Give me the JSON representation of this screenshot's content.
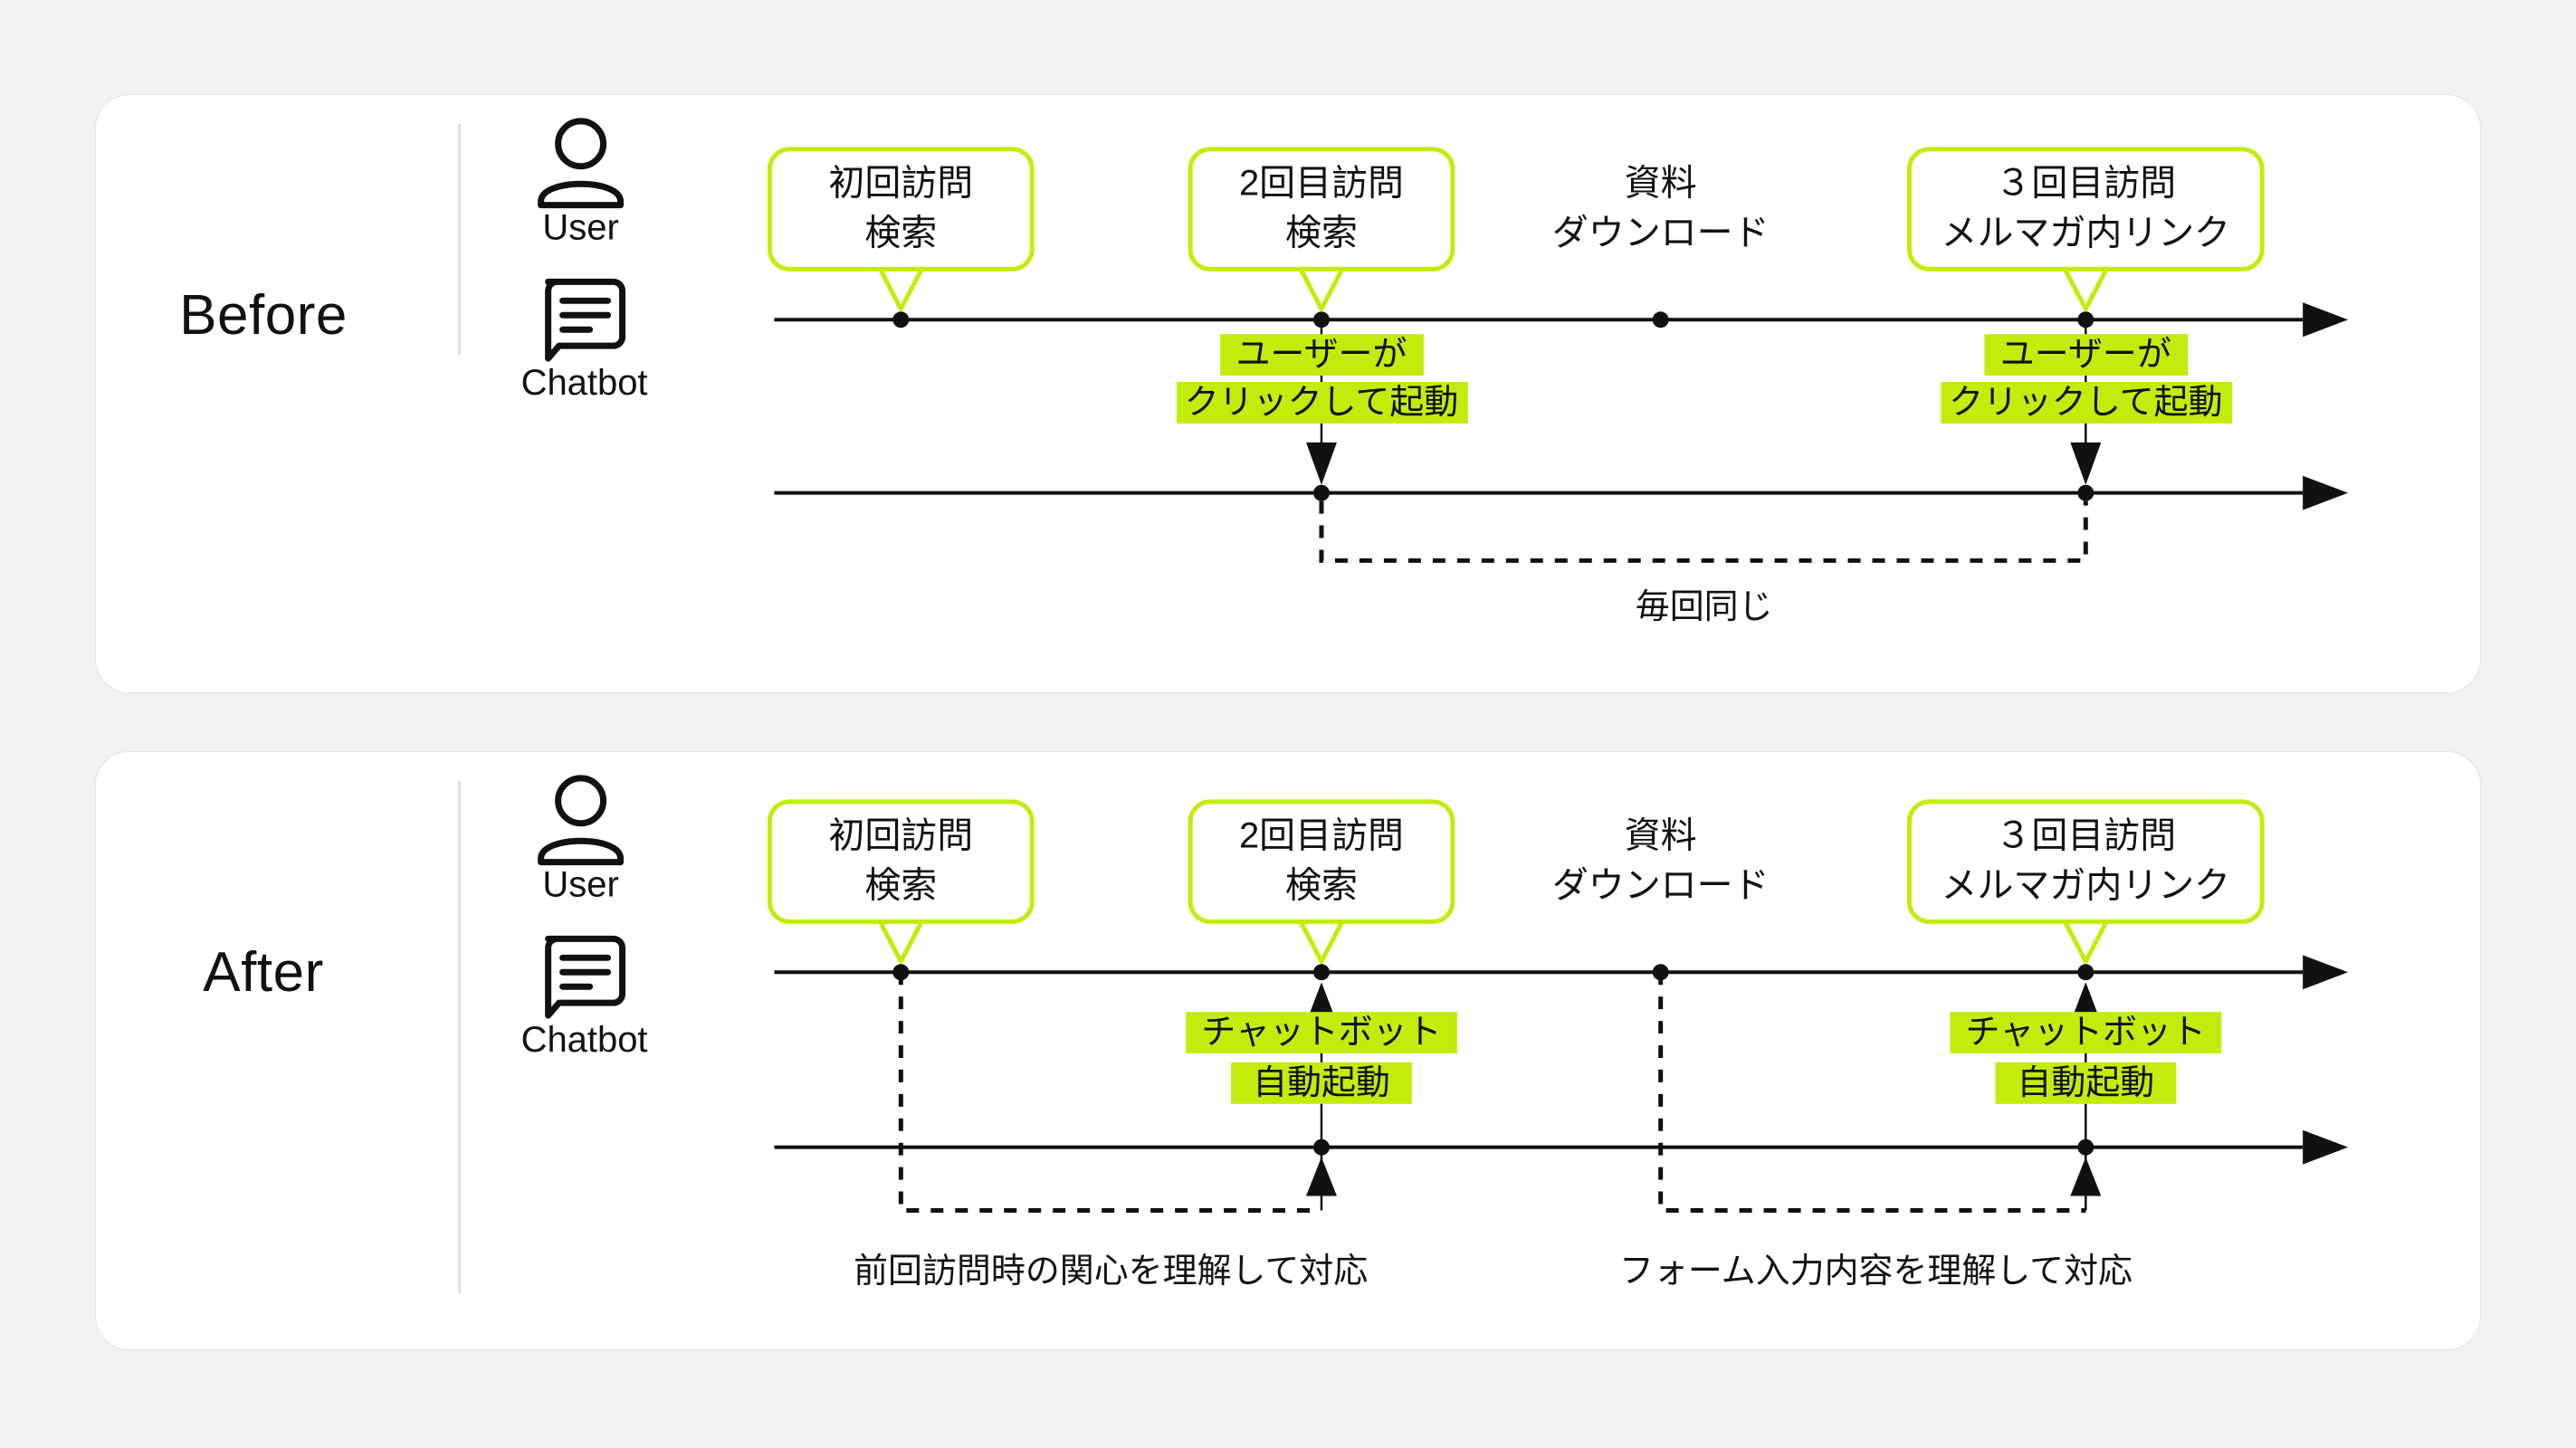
{
  "page": {
    "background_color": "#F1F1F1",
    "card_background": "#FFFFFF",
    "accent_green": "#C2EC0C",
    "line_color": "#111111"
  },
  "sections": [
    {
      "id": "before",
      "label": "Before",
      "lanes": [
        {
          "id": "user",
          "icon": "person-icon",
          "label": "User"
        },
        {
          "id": "chatbot",
          "icon": "chat-bubble-icon",
          "label": "Chatbot"
        }
      ],
      "callouts": [
        {
          "line1": "初回訪問",
          "line2": "検索"
        },
        {
          "line1": "2回目訪問",
          "line2": "検索"
        },
        {
          "line1": "３回目訪問",
          "line2": "メルマガ内リンク"
        }
      ],
      "plain_event": {
        "line1": "資料",
        "line2": "ダウンロード"
      },
      "highlights": [
        {
          "line1": "ユーザーが",
          "line2": "クリックして起動"
        },
        {
          "line1": "ユーザーが",
          "line2": "クリックして起動"
        }
      ],
      "captions": [
        "毎回同じ"
      ]
    },
    {
      "id": "after",
      "label": "After",
      "lanes": [
        {
          "id": "user",
          "icon": "person-icon",
          "label": "User"
        },
        {
          "id": "chatbot",
          "icon": "chat-bubble-icon",
          "label": "Chatbot"
        }
      ],
      "callouts": [
        {
          "line1": "初回訪問",
          "line2": "検索"
        },
        {
          "line1": "2回目訪問",
          "line2": "検索"
        },
        {
          "line1": "３回目訪問",
          "line2": "メルマガ内リンク"
        }
      ],
      "plain_event": {
        "line1": "資料",
        "line2": "ダウンロード"
      },
      "highlights": [
        {
          "line1": "チャットボット",
          "line2": "自動起動"
        },
        {
          "line1": "チャットボット",
          "line2": "自動起動"
        }
      ],
      "captions": [
        "前回訪問時の関心を理解して対応",
        "フォーム入力内容を理解して対応"
      ]
    }
  ]
}
